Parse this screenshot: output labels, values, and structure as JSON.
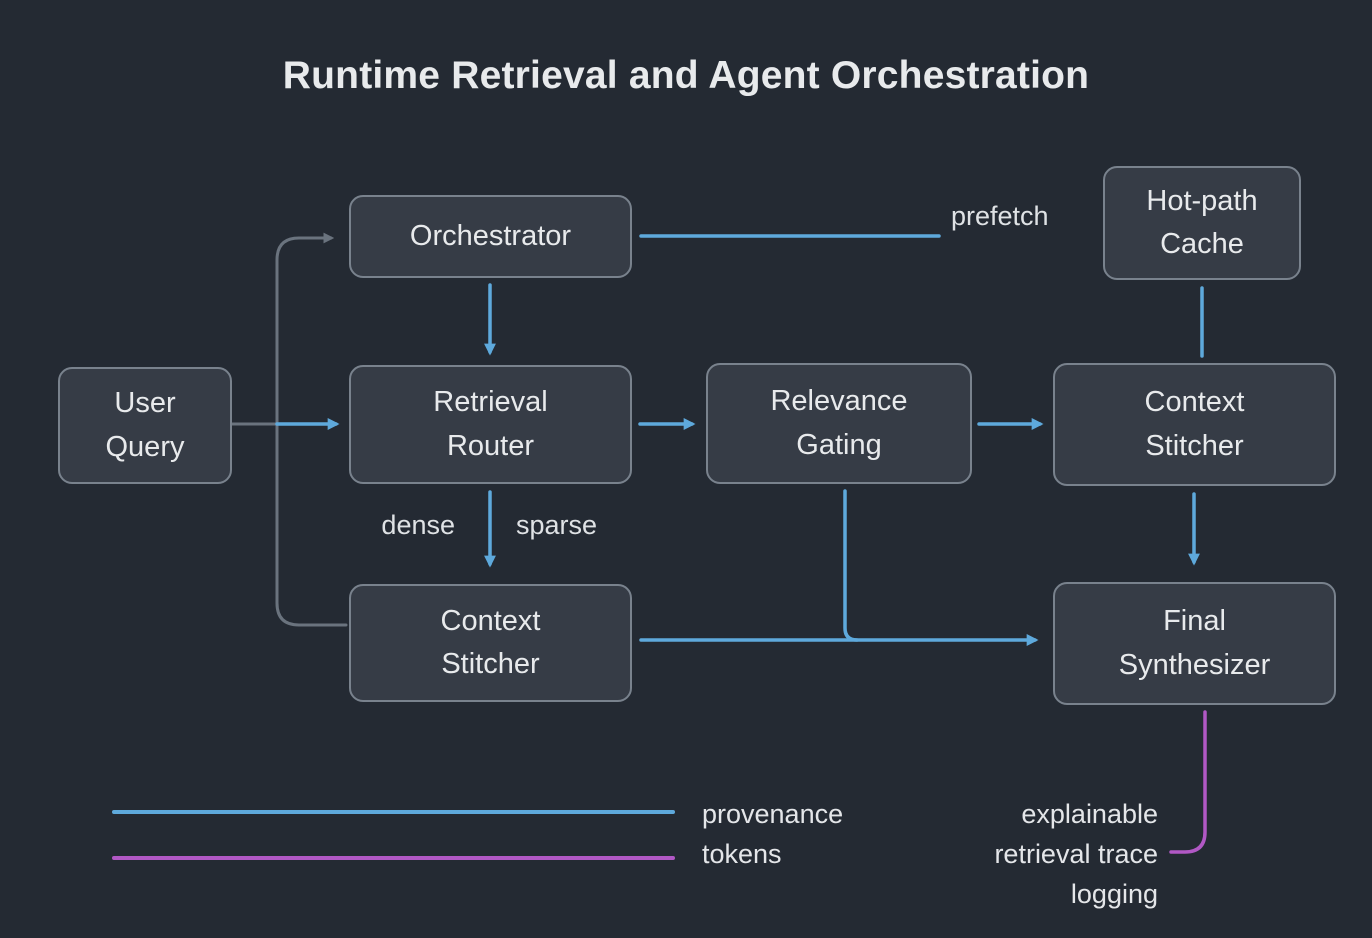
{
  "title": "Runtime Retrieval and Agent Orchestration",
  "nodes": {
    "orchestrator": {
      "label": "Orchestrator"
    },
    "hot_path_cache": {
      "label": "Hot-path\nCache"
    },
    "user_query": {
      "label": "User\nQuery"
    },
    "retrieval_router": {
      "label": "Retrieval\nRouter"
    },
    "relevance_gating": {
      "label": "Relevance\nGating"
    },
    "context_stitcher_mid": {
      "label": "Context\nStitcher"
    },
    "context_stitcher_right": {
      "label": "Context\nStitcher"
    },
    "final_synthesizer": {
      "label": "Final\nSynthesizer"
    }
  },
  "edge_labels": {
    "prefetch": "prefetch",
    "dense": "dense",
    "sparse": "sparse"
  },
  "legend": {
    "provenance_label": "provenance\ntokens",
    "explainable_label": "explainable\nretrieval trace\nlogging"
  },
  "colors": {
    "background": "#242a33",
    "node_fill": "#363c46",
    "node_border": "#79828d",
    "text": "#e8eaec",
    "blue": "#5ea9dc",
    "purple": "#b158c5",
    "gray": "#6a737e"
  }
}
